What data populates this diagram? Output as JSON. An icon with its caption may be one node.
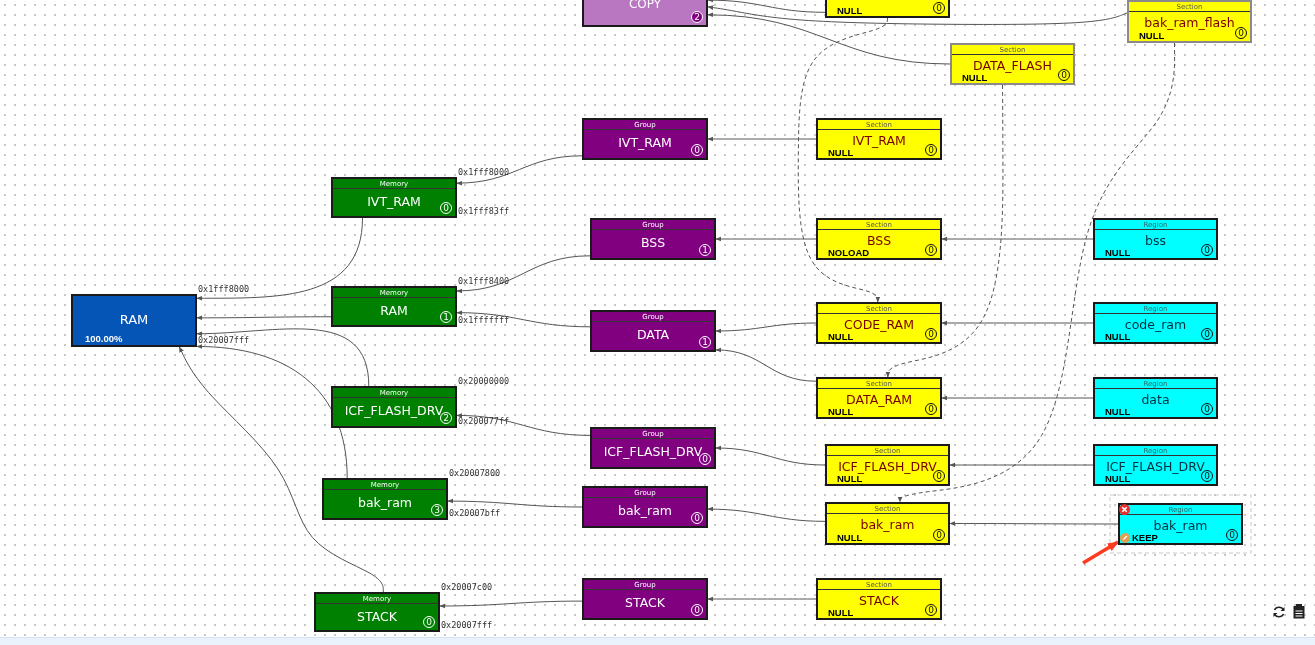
{
  "diagram": {
    "nodes": [
      {
        "text": [
          "COPY",
          "2"
        ]
      },
      {
        "text": [
          "NULL",
          "0"
        ]
      },
      {
        "text": [
          "Section",
          "bak_ram_flash",
          "NULL",
          "0"
        ]
      },
      {
        "text": [
          "Section",
          "DATA_FLASH",
          "NULL",
          "0"
        ]
      },
      {
        "text": [
          "RAM",
          "100.00%"
        ],
        "beside": [
          "0x1fff8000",
          "0x20007fff"
        ]
      },
      {
        "text": [
          "Memory",
          "IVT_RAM",
          "0"
        ],
        "beside": [
          "0x1fff8000",
          "0x1fff83ff"
        ]
      },
      {
        "text": [
          "Memory",
          "RAM",
          "1"
        ],
        "beside": [
          "0x1fff8400",
          "0x1fffffff"
        ]
      },
      {
        "text": [
          "Memory",
          "ICF_FLASH_DRV",
          "2"
        ],
        "beside": [
          "0x20000000",
          "0x200077ff"
        ]
      },
      {
        "text": [
          "Memory",
          "bak_ram",
          "3"
        ],
        "beside": [
          "0x20007800",
          "0x20007bff"
        ]
      },
      {
        "text": [
          "Memory",
          "STACK",
          "0"
        ],
        "beside": [
          "0x20007c00",
          "0x20007fff"
        ]
      },
      {
        "text": [
          "Group",
          "IVT_RAM",
          "0"
        ]
      },
      {
        "text": [
          "Group",
          "BSS",
          "1"
        ]
      },
      {
        "text": [
          "Group",
          "DATA",
          "1"
        ]
      },
      {
        "text": [
          "Group",
          "ICF_FLASH_DRV",
          "0"
        ]
      },
      {
        "text": [
          "Group",
          "bak_ram",
          "0"
        ]
      },
      {
        "text": [
          "Group",
          "STACK",
          "0"
        ]
      },
      {
        "text": [
          "Section",
          "IVT_RAM",
          "NULL",
          "0"
        ]
      },
      {
        "text": [
          "Section",
          "BSS",
          "NOLOAD",
          "0"
        ]
      },
      {
        "text": [
          "Section",
          "CODE_RAM",
          "NULL",
          "0"
        ]
      },
      {
        "text": [
          "Section",
          "DATA_RAM",
          "NULL",
          "0"
        ]
      },
      {
        "text": [
          "Section",
          "ICF_FLASH_DRV",
          "NULL",
          "0"
        ]
      },
      {
        "text": [
          "Section",
          "bak_ram",
          "NULL",
          "0"
        ]
      },
      {
        "text": [
          "Section",
          "STACK",
          "NULL",
          "0"
        ]
      },
      {
        "text": [
          "Region",
          "bss",
          "NULL",
          "0"
        ]
      },
      {
        "text": [
          "Region",
          "code_ram",
          "NULL",
          "0"
        ]
      },
      {
        "text": [
          "Region",
          "data",
          "NULL",
          "0"
        ]
      },
      {
        "text": [
          "Region",
          "ICF_FLASH_DRV",
          "NULL",
          "0"
        ]
      },
      {
        "text": [
          "Region",
          "bak_ram",
          "KEEP",
          "0"
        ]
      }
    ],
    "edges": [
      {
        "from": 1,
        "to": 0,
        "arrow": "to"
      },
      {
        "from": 2,
        "to": 0,
        "arrow": "to"
      },
      {
        "from": 3,
        "to": 0,
        "arrow": "to"
      },
      {
        "from": 1,
        "to": 18,
        "arrow": "to",
        "style": "dashed"
      },
      {
        "from": 3,
        "to": 19,
        "arrow": "to",
        "style": "dashed"
      },
      {
        "from": 2,
        "to": 21,
        "arrow": "to",
        "style": "dashed"
      },
      {
        "from": 16,
        "to": 10,
        "arrow": "to"
      },
      {
        "from": 17,
        "to": 11,
        "arrow": "to"
      },
      {
        "from": 18,
        "to": 12,
        "arrow": "to"
      },
      {
        "from": 19,
        "to": 12,
        "arrow": "to"
      },
      {
        "from": 20,
        "to": 13,
        "arrow": "to"
      },
      {
        "from": 21,
        "to": 14,
        "arrow": "to"
      },
      {
        "from": 22,
        "to": 15,
        "arrow": "to"
      },
      {
        "from": 23,
        "to": 17,
        "arrow": "to"
      },
      {
        "from": 24,
        "to": 18,
        "arrow": "to"
      },
      {
        "from": 25,
        "to": 19,
        "arrow": "to"
      },
      {
        "from": 26,
        "to": 20,
        "arrow": "to"
      },
      {
        "from": 27,
        "to": 21,
        "arrow": "to"
      },
      {
        "from": 10,
        "to": 5,
        "arrow": "to"
      },
      {
        "from": 11,
        "to": 6,
        "arrow": "to"
      },
      {
        "from": 12,
        "to": 6,
        "arrow": "to"
      },
      {
        "from": 13,
        "to": 7,
        "arrow": "to"
      },
      {
        "from": 14,
        "to": 8,
        "arrow": "to"
      },
      {
        "from": 15,
        "to": 9,
        "arrow": "to"
      },
      {
        "from": 5,
        "to": 4,
        "arrow": "to"
      },
      {
        "from": 6,
        "to": 4,
        "arrow": "to"
      },
      {
        "from": 7,
        "to": 4,
        "arrow": "to"
      },
      {
        "from": 8,
        "to": 4,
        "arrow": "to"
      },
      {
        "from": 9,
        "to": 4,
        "arrow": "to"
      },
      {
        "from": null,
        "to": 27,
        "arrow": "to",
        "style": "thick",
        "color": "#ff3b1f"
      }
    ]
  }
}
